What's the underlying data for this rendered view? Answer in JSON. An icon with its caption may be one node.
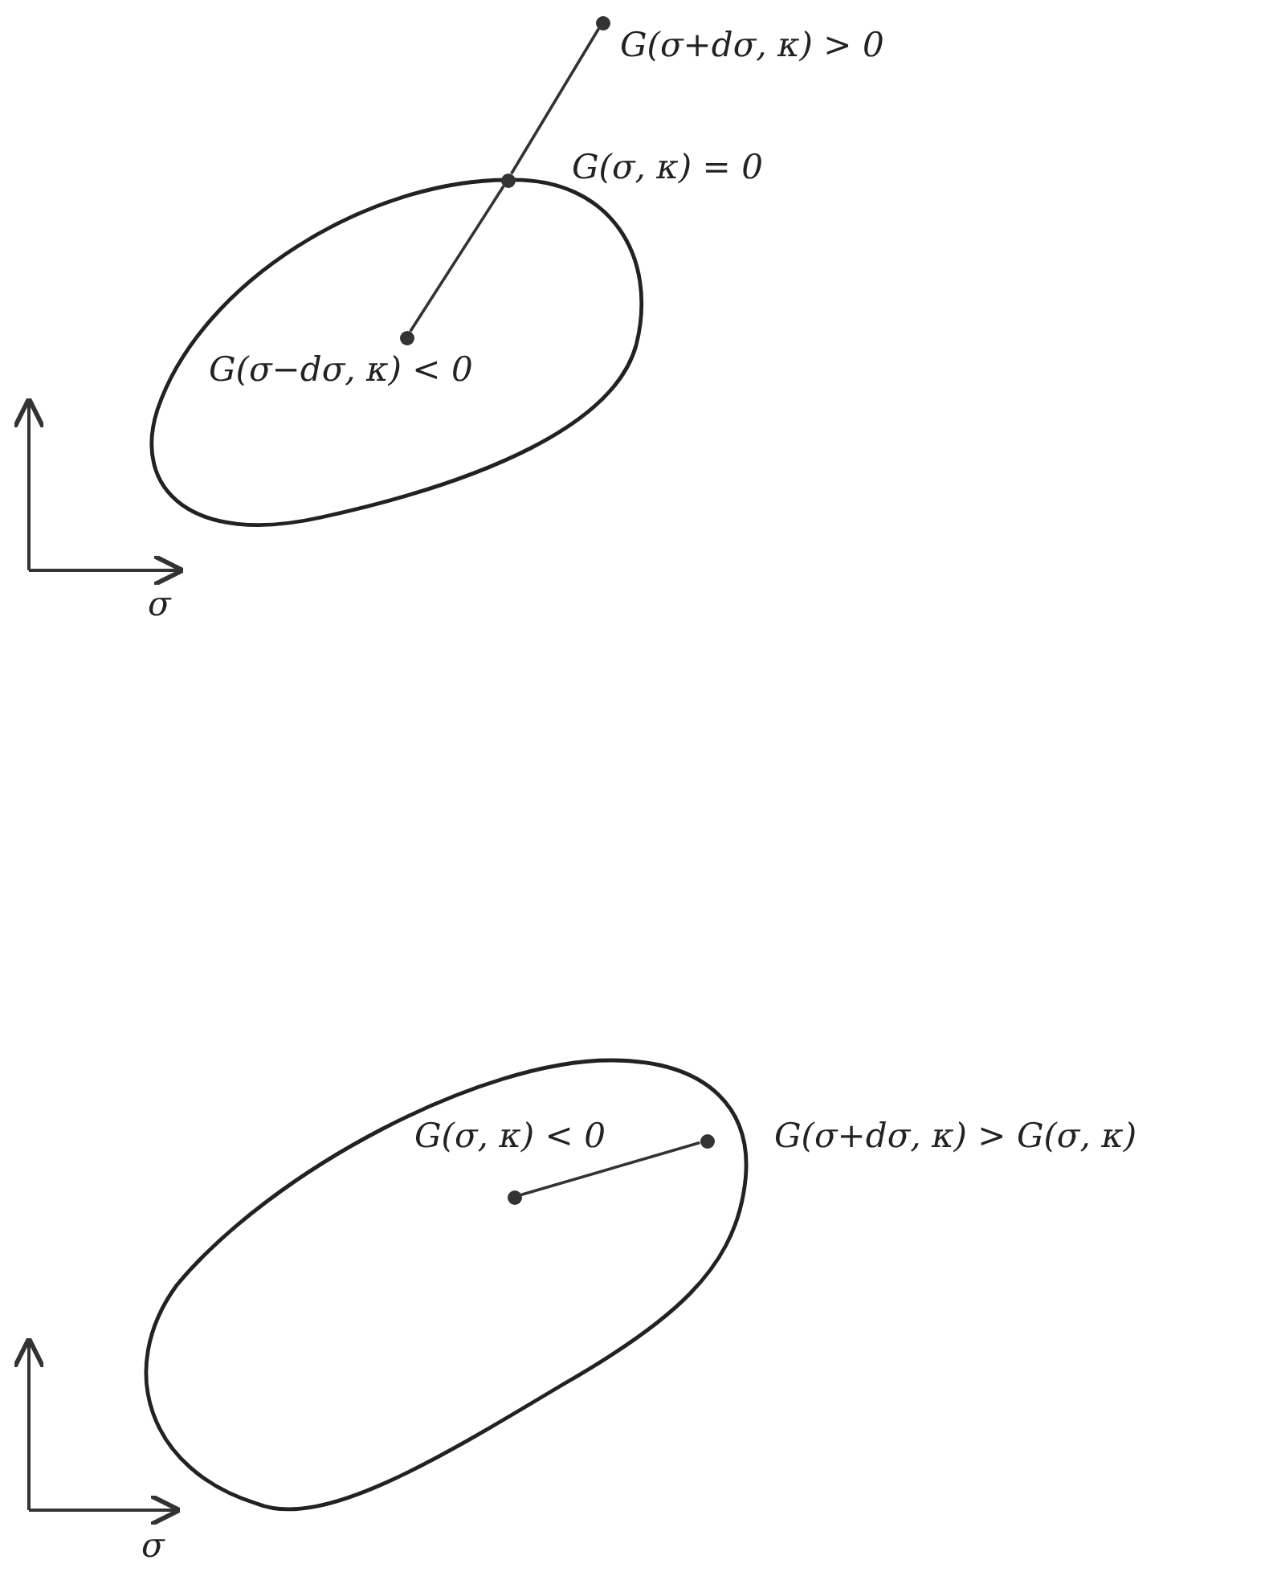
{
  "diagram": {
    "nodes": [
      {
        "text": [],
        "shape": "circle",
        "beside": [
          "G(σ+dσ, κ) > 0"
        ]
      },
      {
        "text": [],
        "shape": "circle",
        "beside": [
          "G(σ, κ) = 0"
        ]
      },
      {
        "text": [],
        "shape": "circle",
        "beside": [
          "G(σ−dσ, κ) < 0"
        ]
      },
      {
        "text": [],
        "shape": "circle",
        "beside": [
          "G(σ+dσ, κ) > G(σ, κ)"
        ]
      },
      {
        "text": [],
        "shape": "circle",
        "beside": [
          "G(σ, κ) < 0"
        ]
      }
    ],
    "edges": [
      {
        "from": 0,
        "to": 1,
        "arrow": "none"
      },
      {
        "from": 1,
        "to": 2,
        "arrow": "none"
      },
      {
        "from": 4,
        "to": 3,
        "arrow": "none"
      }
    ],
    "labels": [
      "σ",
      "σ"
    ]
  }
}
